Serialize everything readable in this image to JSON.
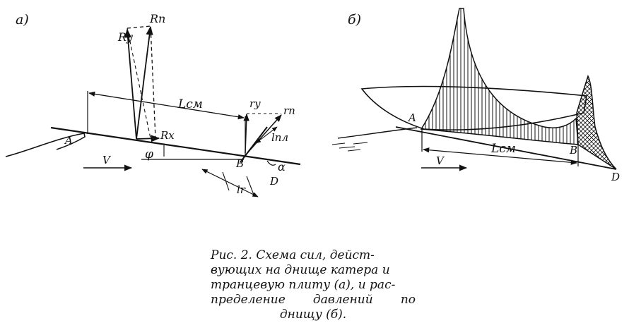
{
  "panel_a": {
    "tag": "а)",
    "labels": {
      "Rn": "Rn",
      "Ry": "Ry",
      "Rx": "Rx",
      "Lcm": "Lсм",
      "ry": "ry",
      "rn": "rn",
      "lpl": "lпл",
      "lr": "lr",
      "A": "A",
      "B": "B",
      "D": "D",
      "V": "V",
      "phi": "φ",
      "alpha": "α"
    }
  },
  "panel_b": {
    "tag": "б)",
    "labels": {
      "A": "A",
      "B": "B",
      "D": "D",
      "V": "V",
      "Lcm": "Lсм"
    }
  },
  "caption": {
    "line1": "Рис. 2. Схема сил, дейст-",
    "line2": "вующих на днище катера и",
    "line3": "транцевую плиту (а), и рас-",
    "line4_a": "пределение",
    "line4_b": "давлений",
    "line4_c": "по",
    "line5": "днищу (б)."
  }
}
